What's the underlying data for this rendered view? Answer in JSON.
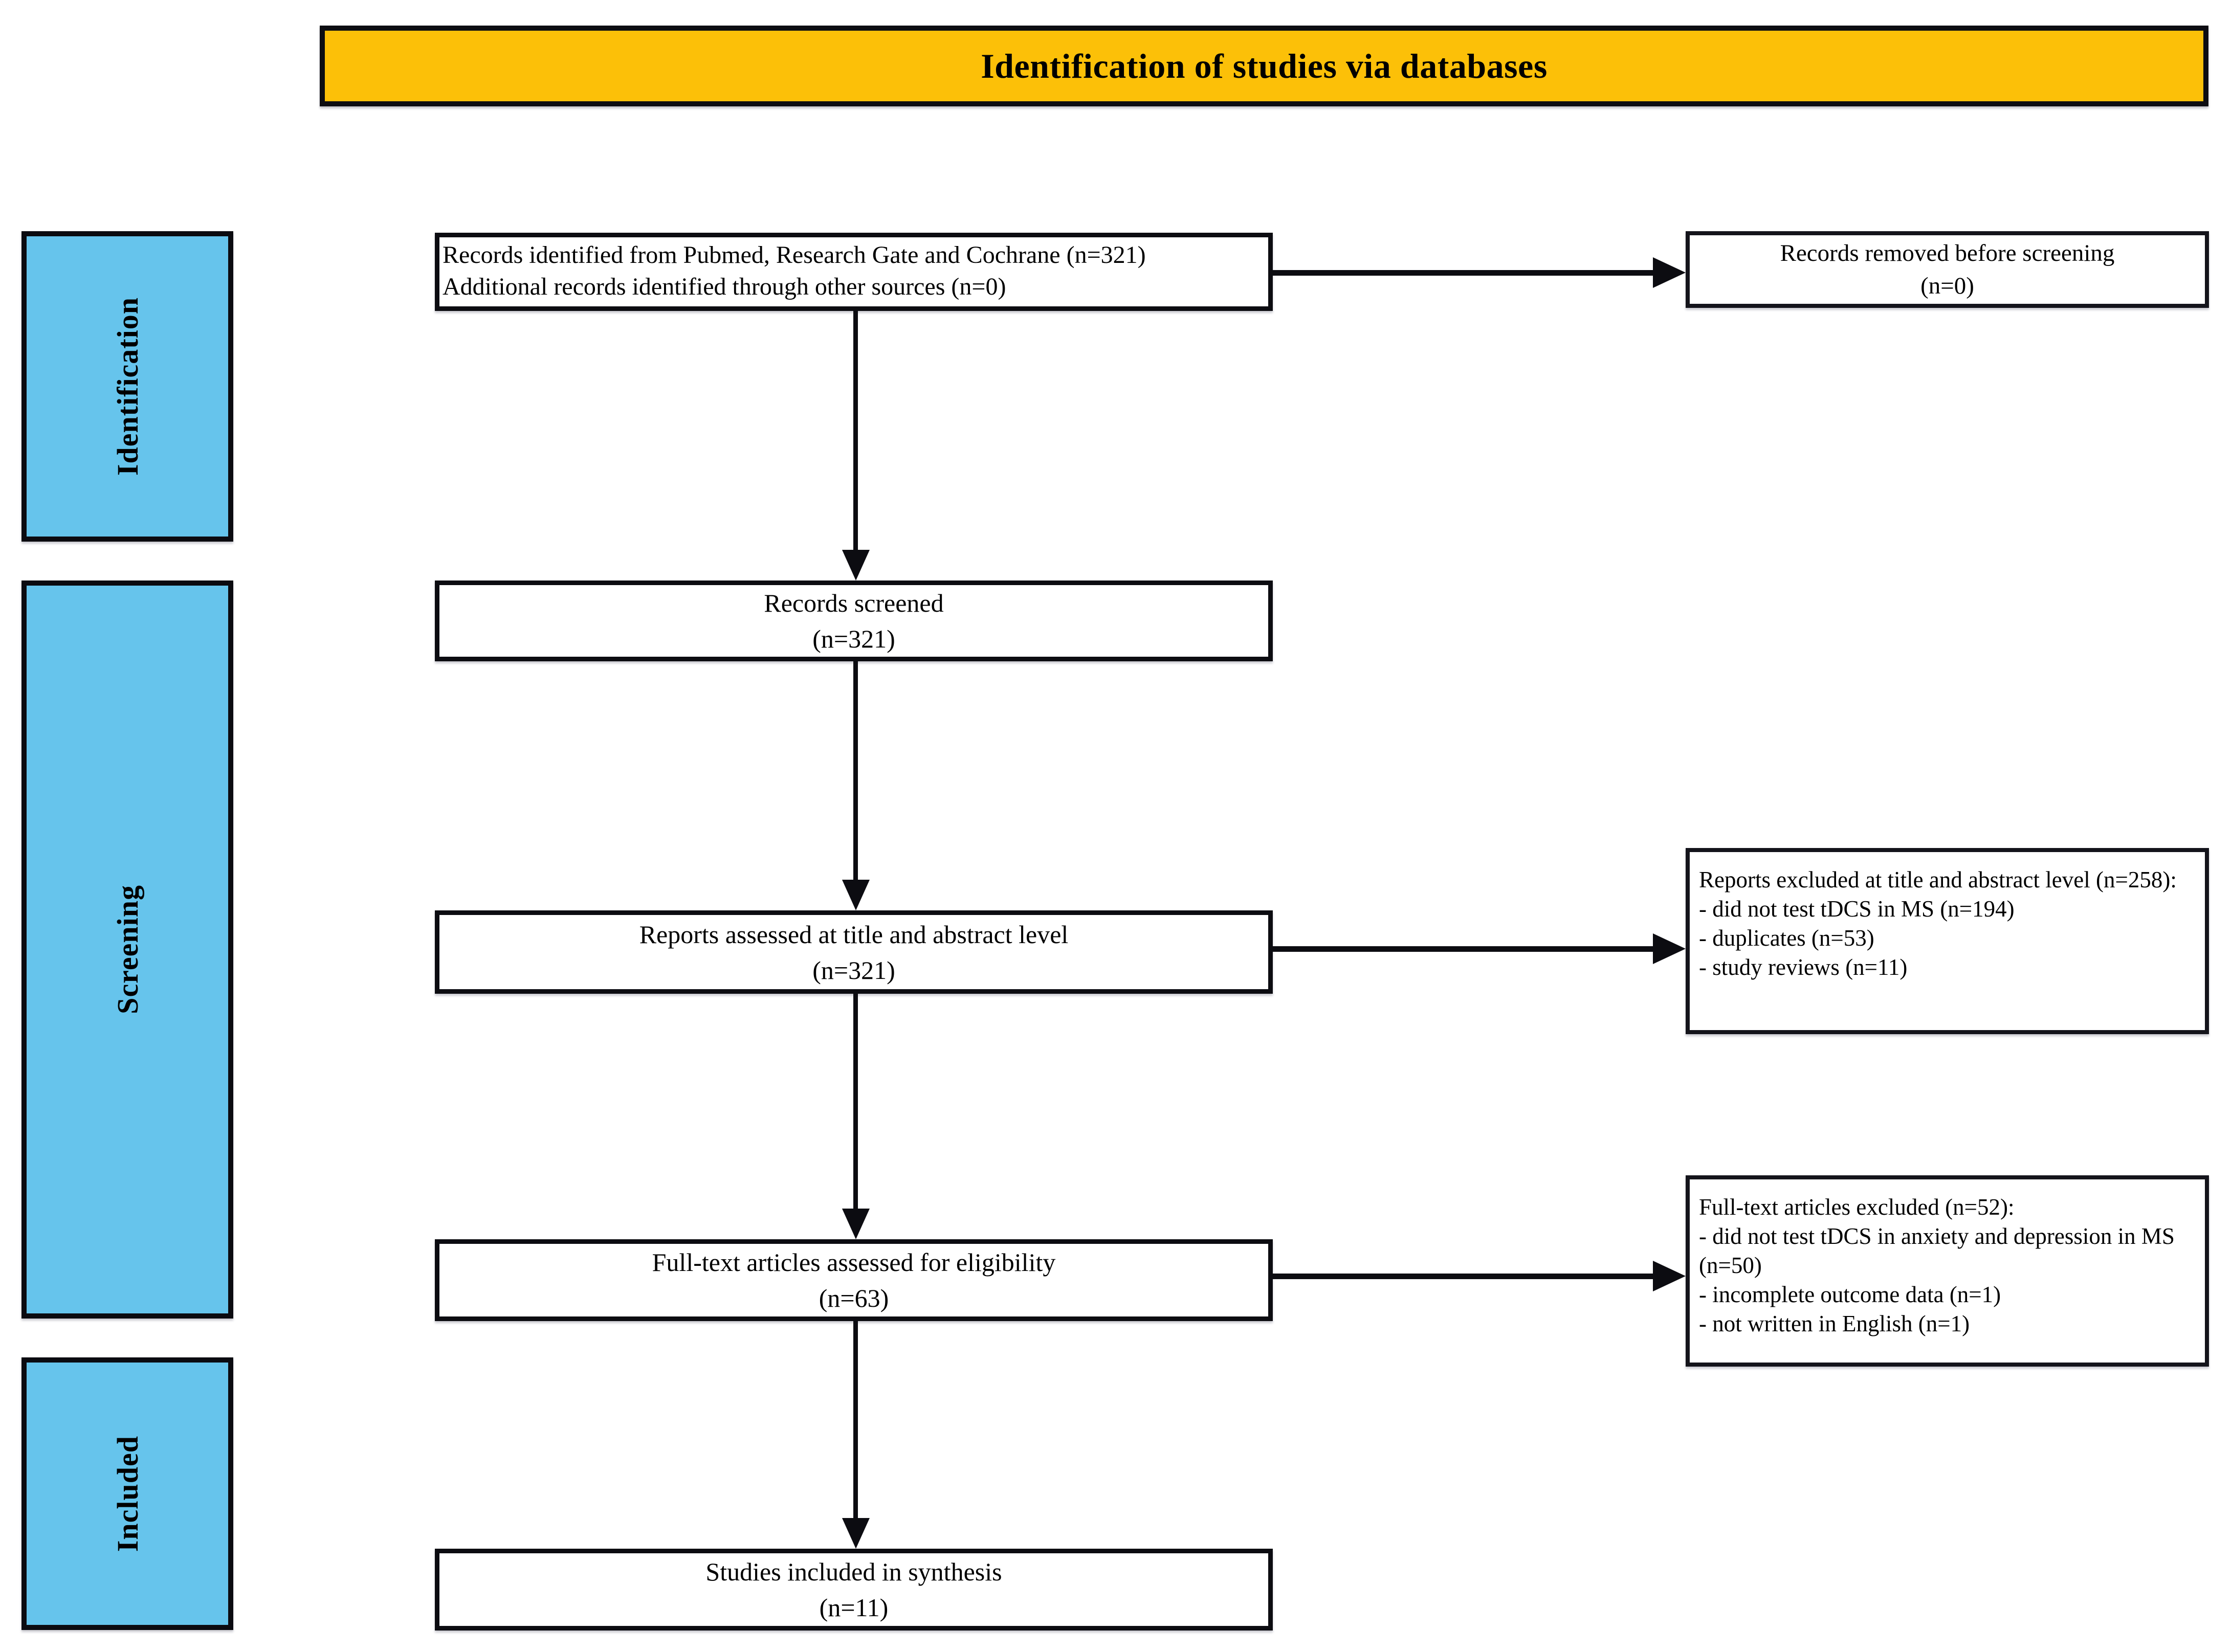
{
  "title": "Identification of studies via databases",
  "colors": {
    "banner_bg": "#FCC008",
    "sidebar_bg": "#66C4EC",
    "box_bg": "#FFFFFF",
    "border": "#000000",
    "text": "#000000"
  },
  "sidebar": {
    "items": [
      {
        "label": "Identification"
      },
      {
        "label": "Screening"
      },
      {
        "label": "Included"
      }
    ]
  },
  "flow": {
    "identified": {
      "lines": [
        "Records identified from Pubmed, Research Gate and Cochrane (n=321)",
        "Additional records identified through other sources (n=0)"
      ]
    },
    "screened": {
      "label": "Records screened",
      "n": "(n=321)"
    },
    "assessed_title_abstract": {
      "label": "Reports assessed at title and abstract level",
      "n": "(n=321)"
    },
    "fulltext_assessed": {
      "label": "Full-text articles assessed for eligibility",
      "n": "(n=63)"
    },
    "included_synthesis": {
      "label": "Studies included in synthesis",
      "n": "(n=11)"
    }
  },
  "exclusions": {
    "removed_before_screening": {
      "label": "Records removed before screening",
      "n": "(n=0)"
    },
    "title_abstract_excluded": {
      "heading": "Reports excluded at title and abstract level (n=258):",
      "items": [
        "- did not test tDCS in MS (n=194)",
        "- duplicates (n=53)",
        "- study reviews (n=11)"
      ]
    },
    "fulltext_excluded": {
      "heading": "Full-text articles excluded (n=52):",
      "items": [
        "- did not test tDCS in anxiety and depression in MS (n=50)",
        "- incomplete outcome data (n=1)",
        "- not written in English (n=1)"
      ]
    }
  }
}
